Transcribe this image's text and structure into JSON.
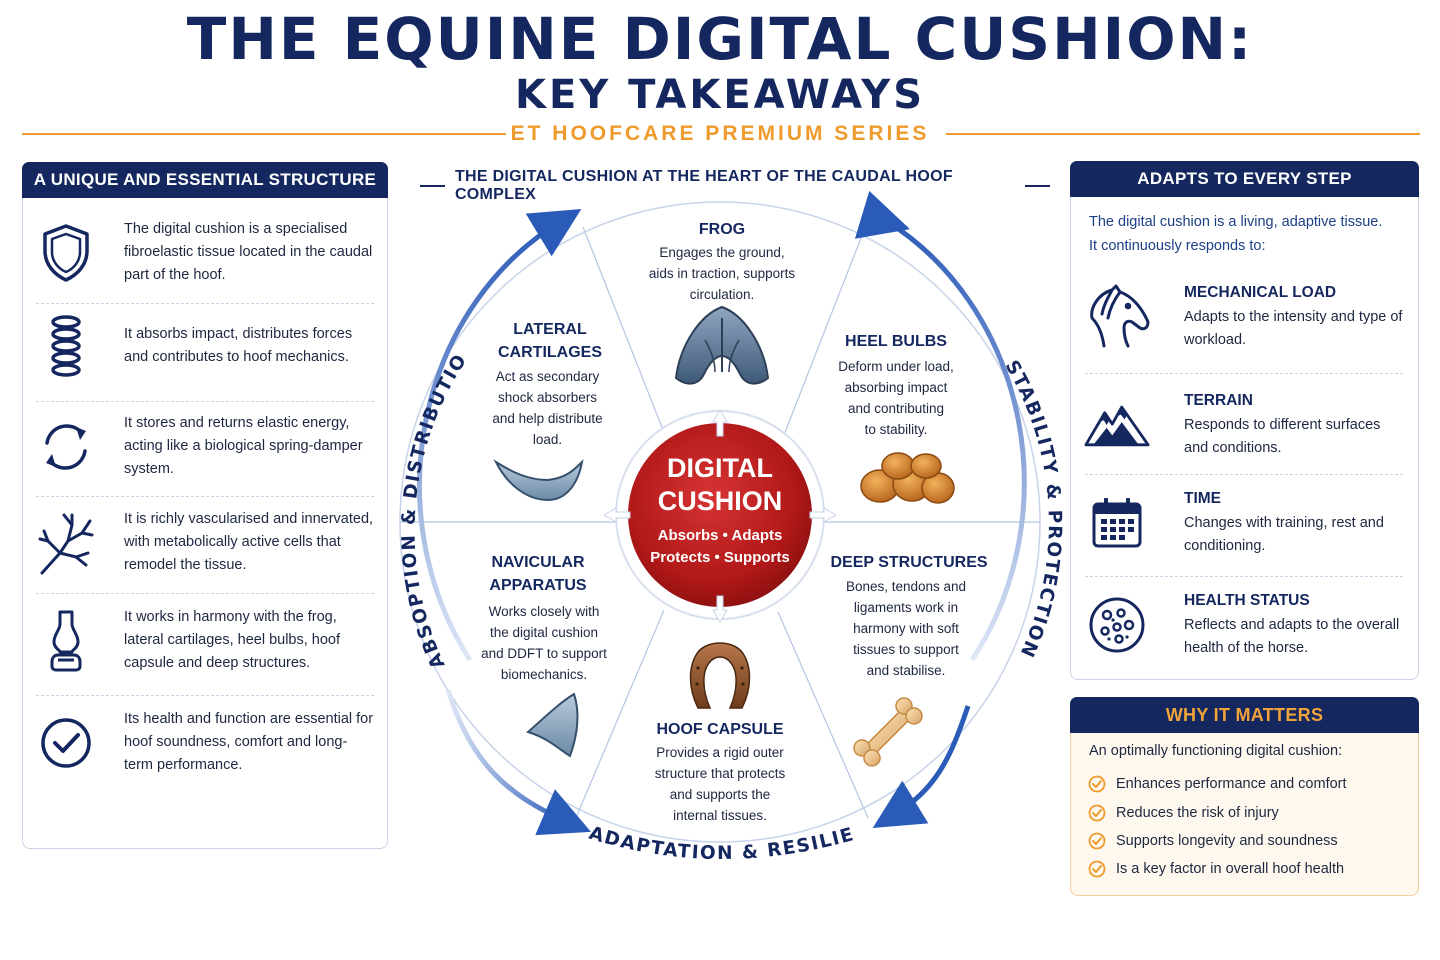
{
  "header": {
    "title": "THE EQUINE DIGITAL CUSHION:",
    "subtitle": "KEY TAKEAWAYS",
    "series": "ET HOOFCARE PREMIUM SERIES"
  },
  "left_panel": {
    "title": "A UNIQUE AND ESSENTIAL STRUCTURE",
    "items": [
      {
        "icon": "shield-icon",
        "text": "The digital cushion is a specialised fibroelastic tissue located in the caudal part of the hoof."
      },
      {
        "icon": "spring-icon",
        "text": "It absorbs impact, distributes forces and contributes to hoof mechanics."
      },
      {
        "icon": "cycle-arrows-icon",
        "text": "It stores and returns elastic energy, acting like a biological spring-damper system."
      },
      {
        "icon": "vessel-branch-icon",
        "text": "It is richly vascularised and innervated, with metabolically active cells that remodel the tissue."
      },
      {
        "icon": "bone-column-icon",
        "text": "It works in harmony with the frog, lateral cartilages, heel bulbs, hoof capsule and deep structures."
      },
      {
        "icon": "check-circle-icon",
        "text": "Its health and function are essential for hoof soundness, comfort and long-term performance."
      }
    ]
  },
  "center": {
    "title": "THE DIGITAL CUSHION AT THE HEART OF THE CAUDAL HOOF COMPLEX",
    "core": {
      "title_line1": "DIGITAL",
      "title_line2": "CUSHION",
      "sub_line1": "Absorbs • Adapts",
      "sub_line2": "Protects • Supports"
    },
    "segments": {
      "frog": {
        "title": "FROG",
        "text": [
          "Engages the ground,",
          "aids in traction, supports",
          "circulation."
        ],
        "icon": "frog-icon"
      },
      "lateral": {
        "title": [
          "LATERAL",
          "CARTILAGES"
        ],
        "text": [
          "Act as secondary",
          "shock absorbers",
          "and help distribute",
          "load."
        ],
        "icon": "cartilage-icon"
      },
      "heel": {
        "title": "HEEL BULBS",
        "text": [
          "Deform under load,",
          "absorbing impact",
          "and contributing",
          "to stability."
        ],
        "icon": "heel-bulbs-icon"
      },
      "navicular": {
        "title": [
          "NAVICULAR",
          "APPARATUS"
        ],
        "text": [
          "Works closely with",
          "the digital cushion",
          "and DDFT to support",
          "biomechanics."
        ],
        "icon": "navicular-bone-icon"
      },
      "deep": {
        "title": "DEEP STRUCTURES",
        "text": [
          "Bones, tendons and",
          "ligaments work in",
          "harmony with soft",
          "tissues to support",
          "and stabilise."
        ],
        "icon": "bone-icon"
      },
      "capsule": {
        "title": "HOOF CAPSULE",
        "text": [
          "Provides a rigid outer",
          "structure that protects",
          "and supports the",
          "internal tissues."
        ],
        "icon": "horseshoe-icon"
      }
    },
    "arcs": {
      "left": "ABSOPTION & DISTRIBUTION",
      "right": "STABILITY & PROTECTION",
      "bottom": "ADAPTATION & RESILIENCE"
    }
  },
  "right_panel": {
    "title": "ADAPTS TO EVERY STEP",
    "intro_line1": "The digital cushion is a living, adaptive tissue.",
    "intro_line2": "It continuously responds to:",
    "items": [
      {
        "icon": "horse-head-icon",
        "title": "MECHANICAL LOAD",
        "text": "Adapts to the intensity and type of workload."
      },
      {
        "icon": "mountains-icon",
        "title": "TERRAIN",
        "text": "Responds to different surfaces and conditions."
      },
      {
        "icon": "calendar-icon",
        "title": "TIME",
        "text": "Changes with training, rest and conditioning."
      },
      {
        "icon": "cells-icon",
        "title": "HEALTH STATUS",
        "text": "Reflects and adapts to the overall health of the horse."
      }
    ]
  },
  "why_panel": {
    "title": "WHY IT MATTERS",
    "intro": "An optimally functioning digital cushion:",
    "items": [
      "Enhances performance and comfort",
      "Reduces the risk of injury",
      "Supports longevity and soundness",
      "Is a key factor in overall hoof health"
    ]
  },
  "colors": {
    "navy": "#14275f",
    "orange": "#ef9a2d",
    "red": "#b51d1d",
    "blue_arrow": "#2b5bb8"
  }
}
